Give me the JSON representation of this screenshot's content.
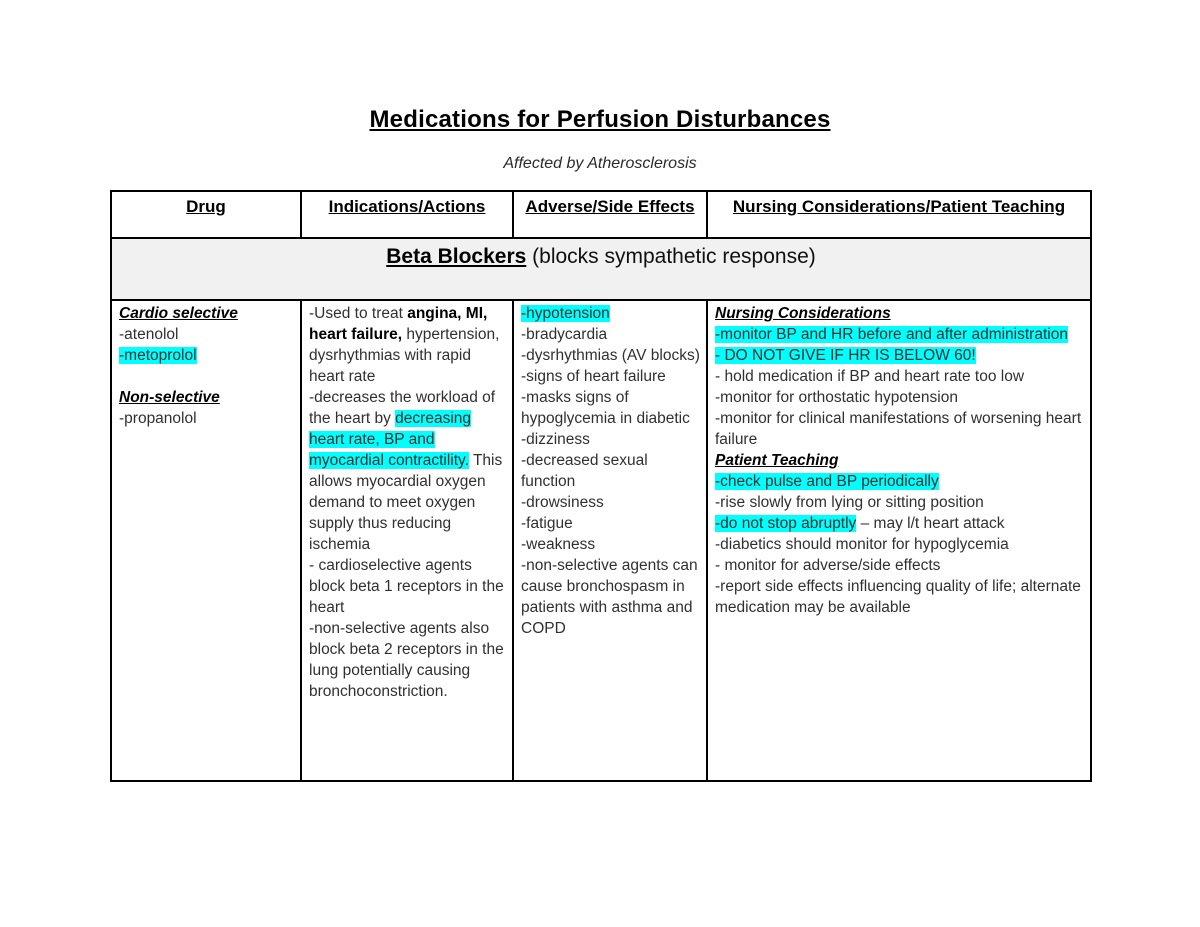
{
  "colors": {
    "highlight": "#00ffff",
    "section-bg": "#f1f1f1"
  },
  "page": {
    "title": "Medications for Perfusion Disturbances",
    "subtitle": "Affected by Atherosclerosis"
  },
  "table": {
    "headers": [
      "Drug",
      "Indications/Actions",
      "Adverse/Side Effects",
      "Nursing Considerations/Patient Teaching"
    ],
    "section_row": [
      {
        "segments": [
          {
            "text": "Beta Blockers",
            "style": "bold-underline"
          },
          {
            "text": " (blocks sympathetic response)",
            "style": "normal"
          }
        ]
      }
    ],
    "row": {
      "drug": [
        {
          "segments": [
            {
              "text": "Cardio selective",
              "style": "heading"
            }
          ]
        },
        {
          "segments": [
            {
              "text": "-atenolol",
              "style": "normal"
            }
          ]
        },
        {
          "segments": [
            {
              "text": "-metoprolol",
              "style": "highlight"
            }
          ]
        },
        {
          "segments": []
        },
        {
          "segments": [
            {
              "text": "Non-selective",
              "style": "heading"
            }
          ]
        },
        {
          "segments": [
            {
              "text": "-propanolol",
              "style": "normal"
            }
          ]
        }
      ],
      "indications": [
        {
          "segments": [
            {
              "text": "-Used to treat ",
              "style": "normal"
            },
            {
              "text": "angina, MI, heart failure,",
              "style": "bold"
            },
            {
              "text": " hypertension, dysrhythmias with rapid heart rate",
              "style": "normal"
            }
          ]
        },
        {
          "segments": [
            {
              "text": "-decreases the workload of the heart by ",
              "style": "normal"
            },
            {
              "text": "decreasing heart rate, BP and myocardial contractility.",
              "style": "highlight"
            },
            {
              "text": " This allows myocardial oxygen demand to meet oxygen supply thus reducing ischemia",
              "style": "normal"
            }
          ]
        },
        {
          "segments": [
            {
              "text": "- cardioselective agents block beta 1 receptors in the heart",
              "style": "normal"
            }
          ]
        },
        {
          "segments": [
            {
              "text": "-non-selective agents also block beta 2 receptors in the lung potentially causing bronchoconstriction.",
              "style": "normal"
            }
          ]
        }
      ],
      "adverse_effects": [
        {
          "segments": [
            {
              "text": "-hypotension",
              "style": "highlight"
            }
          ]
        },
        {
          "segments": [
            {
              "text": "-bradycardia",
              "style": "normal"
            }
          ]
        },
        {
          "segments": [
            {
              "text": "-dysrhythmias (AV blocks)",
              "style": "normal"
            }
          ]
        },
        {
          "segments": [
            {
              "text": "-signs of heart failure",
              "style": "normal"
            }
          ]
        },
        {
          "segments": [
            {
              "text": "-masks signs of hypoglycemia in diabetic",
              "style": "normal"
            }
          ]
        },
        {
          "segments": [
            {
              "text": "-dizziness",
              "style": "normal"
            }
          ]
        },
        {
          "segments": [
            {
              "text": "-decreased sexual function",
              "style": "normal"
            }
          ]
        },
        {
          "segments": [
            {
              "text": "-drowsiness",
              "style": "normal"
            }
          ]
        },
        {
          "segments": [
            {
              "text": "-fatigue",
              "style": "normal"
            }
          ]
        },
        {
          "segments": [
            {
              "text": "-weakness",
              "style": "normal"
            }
          ]
        },
        {
          "segments": [
            {
              "text": "-non-selective agents can cause bronchospasm in patients with asthma and COPD",
              "style": "normal"
            }
          ]
        }
      ],
      "nursing": [
        {
          "segments": [
            {
              "text": "Nursing Considerations",
              "style": "heading"
            }
          ]
        },
        {
          "segments": [
            {
              "text": "-monitor BP and HR before and after administration",
              "style": "highlight"
            }
          ]
        },
        {
          "segments": [
            {
              "text": "- DO NOT GIVE IF HR IS BELOW 60!",
              "style": "highlight"
            }
          ]
        },
        {
          "segments": [
            {
              "text": "- hold medication if BP and heart rate too low",
              "style": "normal"
            }
          ]
        },
        {
          "segments": [
            {
              "text": "-monitor for orthostatic hypotension",
              "style": "normal"
            }
          ]
        },
        {
          "segments": [
            {
              "text": "-monitor for clinical manifestations of worsening heart failure",
              "style": "normal"
            }
          ]
        },
        {
          "segments": [
            {
              "text": "Patient Teaching",
              "style": "heading"
            }
          ]
        },
        {
          "segments": [
            {
              "text": "-check pulse and BP periodically",
              "style": "highlight"
            }
          ]
        },
        {
          "segments": [
            {
              "text": "-rise slowly from lying or sitting position",
              "style": "normal"
            }
          ]
        },
        {
          "segments": [
            {
              "text": "-do not stop abruptly",
              "style": "highlight"
            },
            {
              "text": " – may l/t heart attack",
              "style": "normal"
            }
          ]
        },
        {
          "segments": [
            {
              "text": "-diabetics should monitor for hypoglycemia",
              "style": "normal"
            }
          ]
        },
        {
          "segments": [
            {
              "text": "- monitor for adverse/side effects",
              "style": "normal"
            }
          ]
        },
        {
          "segments": [
            {
              "text": "-report side effects influencing quality of life; alternate medication may be available",
              "style": "normal"
            }
          ]
        }
      ]
    }
  }
}
